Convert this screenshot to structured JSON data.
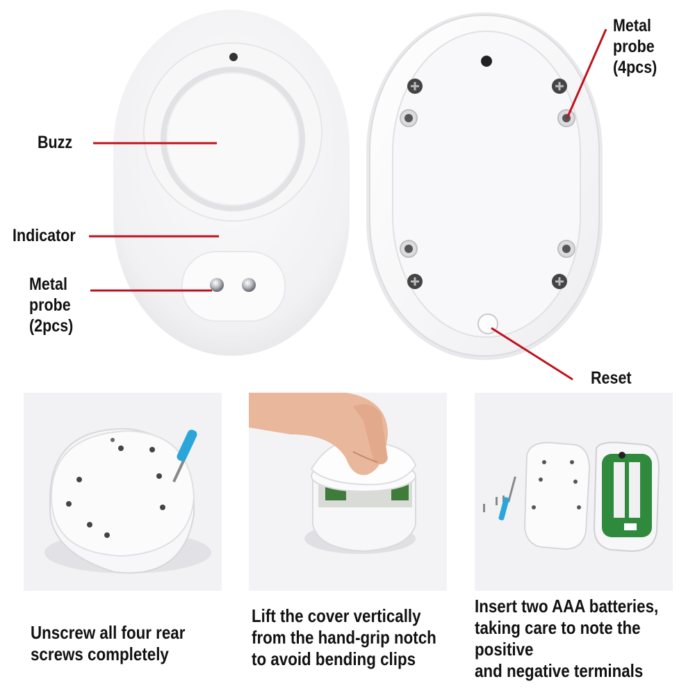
{
  "top_labels": {
    "buzz": "Buzz",
    "indicator": "Indicator",
    "metal_probe_front": [
      "Metal",
      "probe",
      "(2pcs)"
    ],
    "metal_probe_back": [
      "Metal",
      "probe",
      "(4pcs)"
    ],
    "reset": "Reset"
  },
  "steps": [
    {
      "caption": "Unscrew all four rear\nscrews completely"
    },
    {
      "caption": "Lift the cover vertically\nfrom the hand-grip notch\nto avoid bending clips"
    },
    {
      "caption": "Insert two AAA batteries,\ntaking care to note the\npositive\nand negative terminals"
    }
  ],
  "colors": {
    "leader_line": "#c0111b",
    "device_body": "#f4f4f5",
    "screwdriver": "#2aa7d8"
  }
}
